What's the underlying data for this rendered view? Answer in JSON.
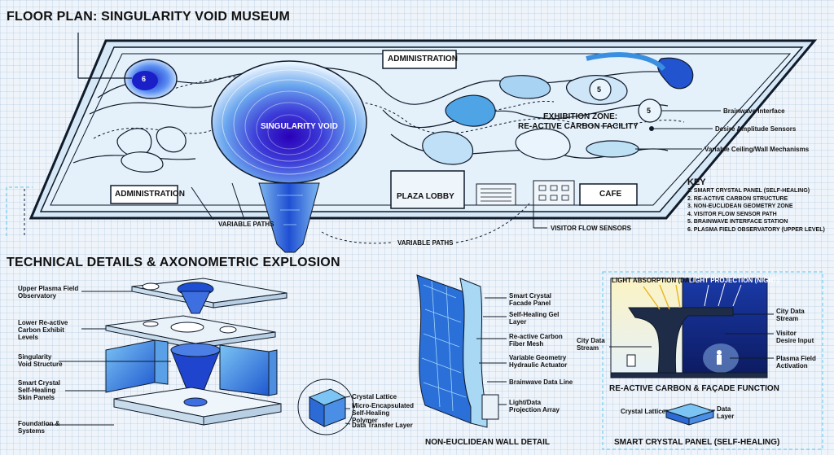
{
  "floor_plan": {
    "title": "FLOOR PLAN: SINGULARITY VOID MUSEUM",
    "rooms": {
      "admin_top": "ADMINISTRATION",
      "admin_left": "ADMINISTRATION",
      "plaza_lobby": "PLAZA LOBBY",
      "cafe": "CAFE",
      "singularity_void": "SINGULARITY VOID",
      "exhibition_line1": "EXHIBITION ZONE:",
      "exhibition_line2": "RE-ACTIVE CARBON FACILITY"
    },
    "markers": {
      "six": "6",
      "five_a": "5",
      "five_b": "5"
    },
    "callouts": {
      "brainwave": "Brainwave Interface",
      "desire": "Desire Amplitude Sensors",
      "ceiling": "Variable Ceiling/Wall Mechanisms",
      "variable_paths_left": "VARIABLE PATHS",
      "variable_paths_bottom": "VARIABLE PATHS",
      "visitor_flow": "VISITOR FLOW SENSORS"
    },
    "key": {
      "title": "KEY",
      "items": [
        "1. SMART CRYSTAL PANEL (SELF-HEALING)",
        "2. RE-ACTIVE CARBON STRUCTURE",
        "3. NON-EUCLIDEAN GEOMETRY ZONE",
        "4. VISITOR FLOW SENSOR PATH",
        "5. BRAINWAVE INTERFACE STATION",
        "6. PLASMA FIELD OBSERVATORY (UPPER LEVEL)"
      ]
    }
  },
  "technical": {
    "title": "TECHNICAL DETAILS & AXONOMETRIC EXPLOSION",
    "layers": {
      "upper_plasma": "Upper Plasma Field Observatory",
      "lower_carbon": "Lower Re-active Carbon Exhibit Levels",
      "void_structure": "Singularity Void Structure",
      "skin_panels": "Smart Crystal Self-Healing Skin Panels",
      "foundation": "Foundation & Systems"
    },
    "panel_detail": {
      "crystal_lattice": "Crystal Lattice",
      "polymer": "Micro-Encapsulated Self-Healing Polymer",
      "data_transfer": "Data Transfer Layer"
    }
  },
  "wall_detail": {
    "title": "NON-EUCLIDEAN WALL DETAIL",
    "labels": {
      "facade": "Smart Crystal Facade Panel",
      "gel": "Self-Healing Gel Layer",
      "carbon": "Re-active Carbon Fiber Mesh",
      "hydraulic": "Variable Geometry Hydraulic Actuator",
      "brainwave_line": "Brainwave Data Line",
      "projection": "Light/Data Projection Array"
    }
  },
  "facade_function": {
    "title": "RE-ACTIVE CARBON & FAÇADE FUNCTION",
    "day": "LIGHT ABSORPTION (DAY)",
    "night": "LIGHT PROJECTION (NIGHT)",
    "city_stream_right": "City Data Stream",
    "city_stream_left": "City Data Stream",
    "visitor_desire": "Visitor Desire Input",
    "plasma_activation": "Plasma Field Activation"
  },
  "smart_panel": {
    "title": "SMART CRYSTAL PANEL (SELF-HEALING)",
    "crystal_lattice": "Crystal Lattice",
    "data_layer": "Data Layer"
  },
  "colors": {
    "accent_blue": "#1e5fd0",
    "deep_violet": "#3a1fb0",
    "cyan": "#59c8ee",
    "light_blue": "#cfe3f7",
    "line_dark": "#0f1a2a",
    "day_yellow": "#f3d85a",
    "night_navy": "#142a7a"
  }
}
